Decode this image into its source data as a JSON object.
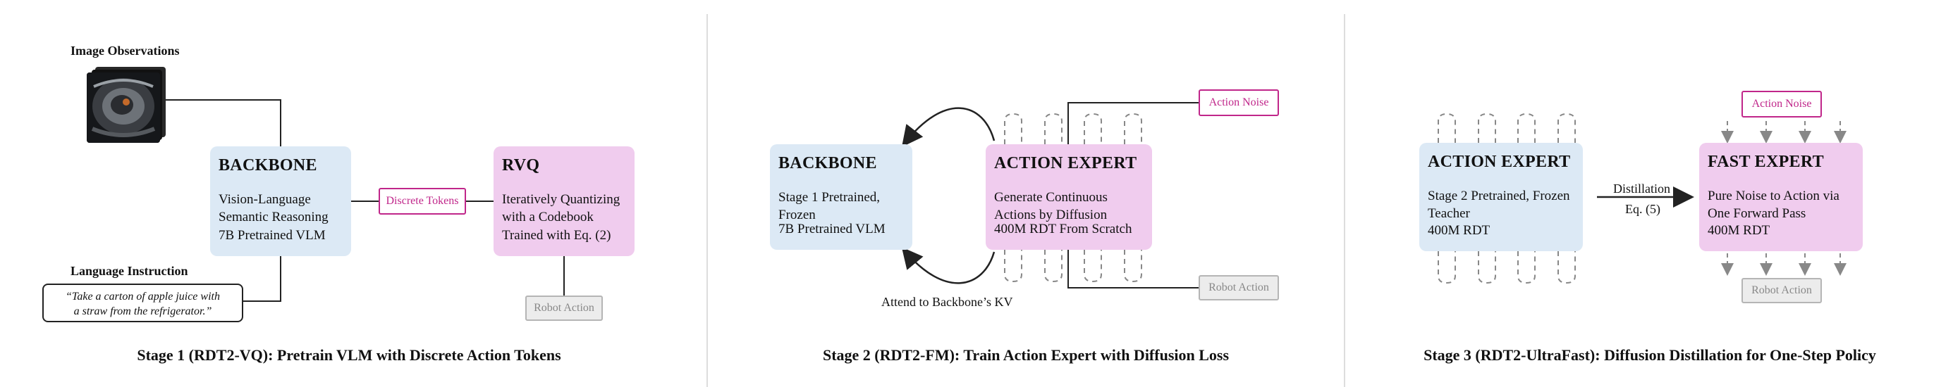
{
  "stage1": {
    "image_title": "Image Observations",
    "backbone": {
      "title": "BACKBONE",
      "line1": "Vision-Language",
      "line2": "Semantic Reasoning",
      "foot": "7B Pretrained VLM"
    },
    "tokens_label": "Discrete Tokens",
    "rvq": {
      "title": "RVQ",
      "line1": "Iteratively Quantizing",
      "line2": "with a Codebook",
      "foot": "Trained with Eq. (2)"
    },
    "robot_action": "Robot Action",
    "lang_title": "Language Instruction",
    "lang_line1": "“Take a carton of apple juice with",
    "lang_line2": "a straw from the refrigerator.”",
    "caption": "Stage 1 (RDT2-VQ): Pretrain VLM with Discrete Action Tokens"
  },
  "stage2": {
    "backbone": {
      "title": "BACKBONE",
      "line1": "Stage 1 Pretrained,",
      "line2": "Frozen",
      "foot": "7B Pretrained VLM"
    },
    "expert": {
      "title": "ACTION EXPERT",
      "line1": "Generate Continuous",
      "line2": "Actions by Diffusion",
      "foot": "400M RDT From Scratch"
    },
    "noise": "Action Noise",
    "robot_action": "Robot Action",
    "kv_label": "Attend to Backbone’s KV",
    "caption": "Stage 2 (RDT2-FM): Train Action Expert with Diffusion Loss"
  },
  "stage3": {
    "expert": {
      "title": "ACTION EXPERT",
      "line1": "Stage 2 Pretrained, Frozen",
      "line2": "Teacher",
      "foot": "400M RDT"
    },
    "distill1": "Distillation",
    "distill2": "Eq. (5)",
    "fast": {
      "title": "FAST EXPERT",
      "line1": "Pure Noise to Action via",
      "line2": "One Forward Pass",
      "foot": "400M RDT"
    },
    "noise": "Action Noise",
    "robot_action": "Robot Action",
    "caption": "Stage 3 (RDT2-UltraFast): Diffusion Distillation for One-Step Policy"
  }
}
